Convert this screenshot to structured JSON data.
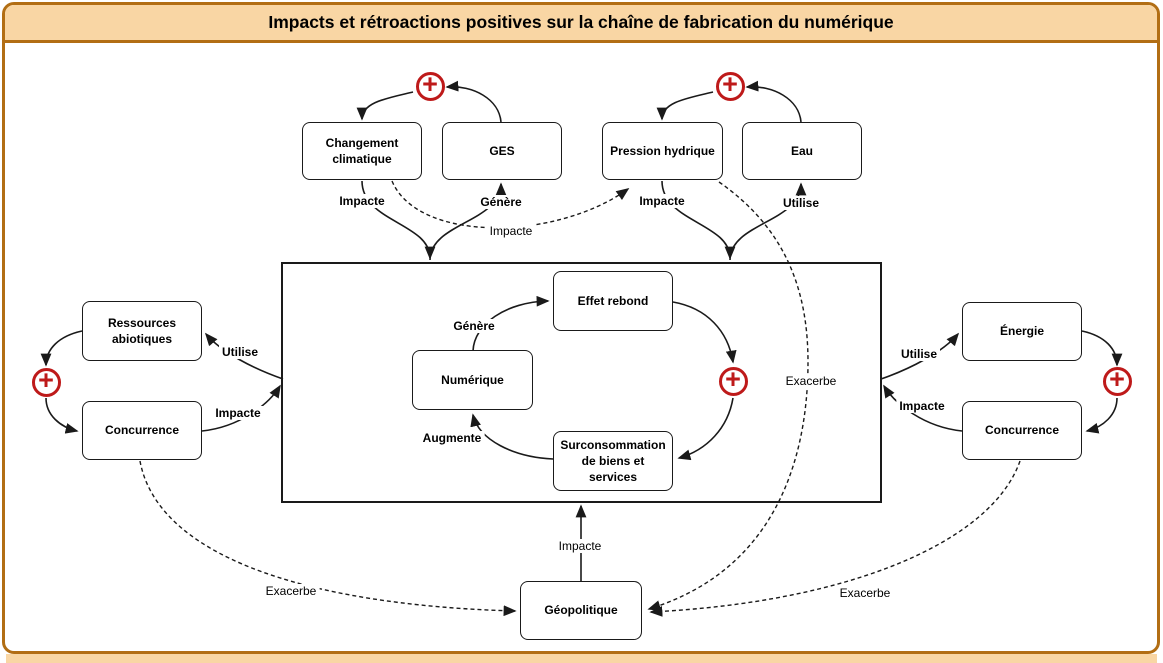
{
  "title": "Impacts et rétroactions positives sur la chaîne de fabrication du numérique",
  "icons": {
    "plus": "+"
  },
  "nodes": {
    "changement_climatique": "Changement climatique",
    "ges": "GES",
    "pression_hydrique": "Pression hydrique",
    "eau": "Eau",
    "ressources_abiotiques": "Ressources abiotiques",
    "concurrence_left": "Concurrence",
    "energie": "Énergie",
    "concurrence_right": "Concurrence",
    "effet_rebond": "Effet rebond",
    "numerique": "Numérique",
    "surconsommation": "Surconsommation de biens et services",
    "geopolitique": "Géopolitique"
  },
  "labels": [
    {
      "text": "Impacte",
      "emphasis": "bold"
    },
    {
      "text": "Génère",
      "emphasis": "bold"
    },
    {
      "text": "Impacte",
      "emphasis": "regular"
    },
    {
      "text": "Impacte",
      "emphasis": "bold"
    },
    {
      "text": "Utilise",
      "emphasis": "bold"
    },
    {
      "text": "Utilise",
      "emphasis": "bold"
    },
    {
      "text": "Impacte",
      "emphasis": "bold"
    },
    {
      "text": "Utilise",
      "emphasis": "bold"
    },
    {
      "text": "Impacte",
      "emphasis": "bold"
    },
    {
      "text": "Génère",
      "emphasis": "bold"
    },
    {
      "text": "Augmente",
      "emphasis": "bold"
    },
    {
      "text": "Exacerbe",
      "emphasis": "regular"
    },
    {
      "text": "Impacte",
      "emphasis": "regular"
    },
    {
      "text": "Exacerbe",
      "emphasis": "regular"
    },
    {
      "text": "Exacerbe",
      "emphasis": "regular"
    }
  ],
  "colors": {
    "frame_border": "#B26E14",
    "frame_header_bg": "#F9D6A4",
    "feedback_plus_red": "#BE1A1A",
    "line_color": "#1A1A1A",
    "node_border": "#1A1A1A",
    "background": "#FFFFFF"
  }
}
